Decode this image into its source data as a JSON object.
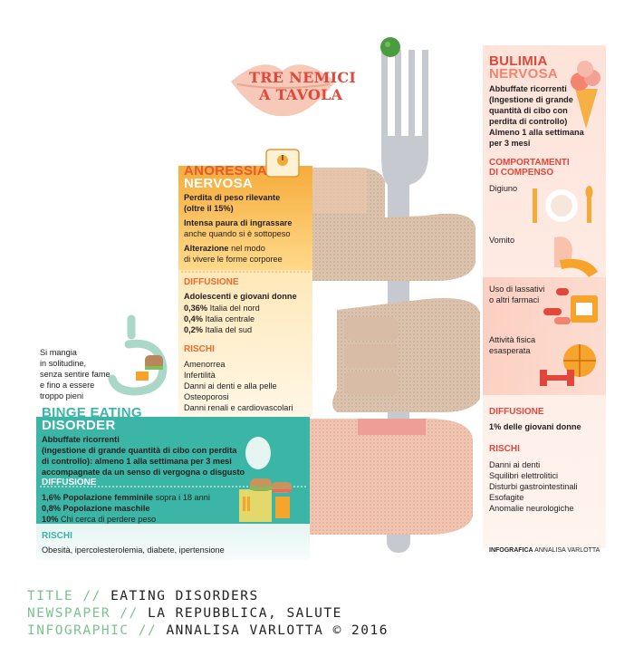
{
  "title": {
    "line1": "TRE NEMICI",
    "line2": "A TAVOLA"
  },
  "bulimia": {
    "title1": "BULIMIA",
    "title2": "NERVOSA",
    "intro": [
      "Abbuffate ricorrenti",
      "(Ingestione di grande",
      "quantità di cibo con",
      "perdita di controllo)",
      "Almeno 1 alla settimana",
      "per 3 mesi"
    ],
    "comportamenti_title": [
      "COMPORTAMENTI",
      "DI COMPENSO"
    ],
    "comportamenti": [
      "Digiuno",
      "Vomito",
      "Uso di lassativi",
      "o altri farmaci",
      "Attività fisica",
      "esasperata"
    ],
    "diffusione_title": "DIFFUSIONE",
    "diffusione": "1% delle giovani donne",
    "rischi_title": "RISCHI",
    "rischi": [
      "Danni ai denti",
      "Squilibri elettrolitici",
      "Disturbi gastrointestinali",
      "Esofagite",
      "Anomalie neurologiche"
    ],
    "credit_label": "INFOGRAFICA",
    "credit_name": "ANNALISA VARLOTTA"
  },
  "anoressia": {
    "title1": "ANORESSIA",
    "title2": "NERVOSA",
    "p1": [
      "Perdita di peso rilevante",
      "(oltre il 15%)"
    ],
    "p2a": "Intensa paura di ingrassare",
    "p2b": "anche quando si è sottopeso",
    "p3a": "Alterazione",
    "p3b": " nel modo",
    "p3c": "di vivere le forme corporee",
    "diffusione_title": "DIFFUSIONE",
    "diffusione_head": "Adolescenti e giovani donne",
    "diffusione": [
      {
        "pct": "0,36%",
        "where": " Italia del nord"
      },
      {
        "pct": "0,4%",
        "where": " Italia centrale"
      },
      {
        "pct": "0,2%",
        "where": " Italia del sud"
      }
    ],
    "rischi_title": "RISCHI",
    "rischi": [
      "Amenorrea",
      "Infertilità",
      "Danni ai denti e alla pelle",
      "Osteoporosi",
      "Danni renali e cardiovascolari"
    ]
  },
  "binge": {
    "side_note": [
      "Si mangia",
      "in solitudine,",
      "senza sentire fame",
      "e fino a essere",
      "troppo pieni"
    ],
    "title1": "BINGE EATING",
    "title2": "DISORDER",
    "intro": [
      "Abbuffate ricorrenti",
      "(ingestione di grande quantità di cibo con perdita",
      "di controllo): almeno 1 alla settimana per 3 mesi",
      "accompagnate da un senso di vergogna o disgusto"
    ],
    "diffusione_title": "DIFFUSIONE",
    "diffusione": [
      {
        "b": "1,6% Popolazione femminile",
        "r": " sopra i 18 anni"
      },
      {
        "b": "0,8% Popolazione maschile",
        "r": ""
      },
      {
        "b": "10%",
        "r": "  Chi cerca di perdere peso"
      }
    ],
    "rischi_title": "RISCHI",
    "rischi": "Obesità, ipercolesterolemia, diabete, ipertensione"
  },
  "credits": {
    "title_key": "TITLE //",
    "title_val": " EATING DISORDERS",
    "newspaper_key": "NEWSPAPER //",
    "newspaper_val": " LA REPUBBLICA, SALUTE",
    "info_key": "INFOGRAPHIC //",
    "info_val": " ANNALISA VARLOTTA © 2016"
  },
  "colors": {
    "orange": "#f4a93b",
    "light_orange": "#ffe6b6",
    "teal": "#3ab5a6",
    "light_teal": "#dff2ee",
    "peach": "#fde1d8",
    "red": "#e2473c",
    "fork": "#c5c8cf",
    "green_credit": "#7cc28f"
  }
}
